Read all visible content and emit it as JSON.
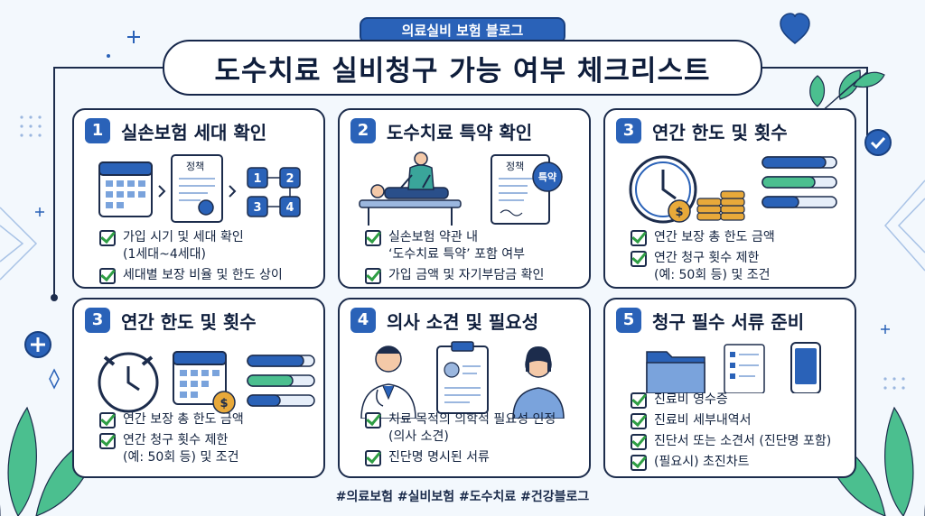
{
  "header": {
    "badge": "의료실비 보험 블로그",
    "title": "도수치료 실비청구 가능 여부 체크리스트"
  },
  "cards": [
    {
      "number": "1",
      "title": "실손보험 세대 확인",
      "doc_label": "정책",
      "steps": [
        "1",
        "2",
        "3",
        "4"
      ],
      "checks": [
        "가입 시기 및 세대 확인\n(1세대~4세대)",
        "세대별 보장 비율 및 한도 상이"
      ]
    },
    {
      "number": "2",
      "title": "도수치료 특약 확인",
      "doc_label": "정책",
      "doc_badge": "특약",
      "checks": [
        "실손보험 약관 내\n‘도수치료 특약’ 포함 여부",
        "가입 금액 및 자기부담금 확인"
      ]
    },
    {
      "number": "3",
      "title": "연간 한도 및 횟수",
      "checks": [
        "연간 보장 총 한도 금액",
        "연간 청구 횟수 제한\n(예: 50회 등) 및 조건"
      ]
    },
    {
      "number": "3",
      "title": "연간 한도 및 횟수",
      "checks": [
        "연간 보장 총 한도 금액",
        "연간 청구 횟수 제한\n(예: 50회 등) 및 조건"
      ]
    },
    {
      "number": "4",
      "title": "의사 소견 및 필요성",
      "checks": [
        "치료 목적의 의학적 필요성 인정\n(의사 소견)",
        "진단명 명시된 서류"
      ]
    },
    {
      "number": "5",
      "title": "청구 필수 서류 준비",
      "checks": [
        "진료비 영수증",
        "진료비 세부내역서",
        "진단서 또는 소견서 (진단명 포함)",
        "(필요시) 초진차트"
      ]
    }
  ],
  "footer": {
    "hashtags": "#의료보험 #실비보험 #도수치료 #건강블로그"
  },
  "colors": {
    "accent": "#2a62b8",
    "check": "#2f9e44",
    "coin": "#e8a93a",
    "scrub": "#3aa59a",
    "leaf": "#4bbf8f",
    "background": "#f3f8fd"
  }
}
